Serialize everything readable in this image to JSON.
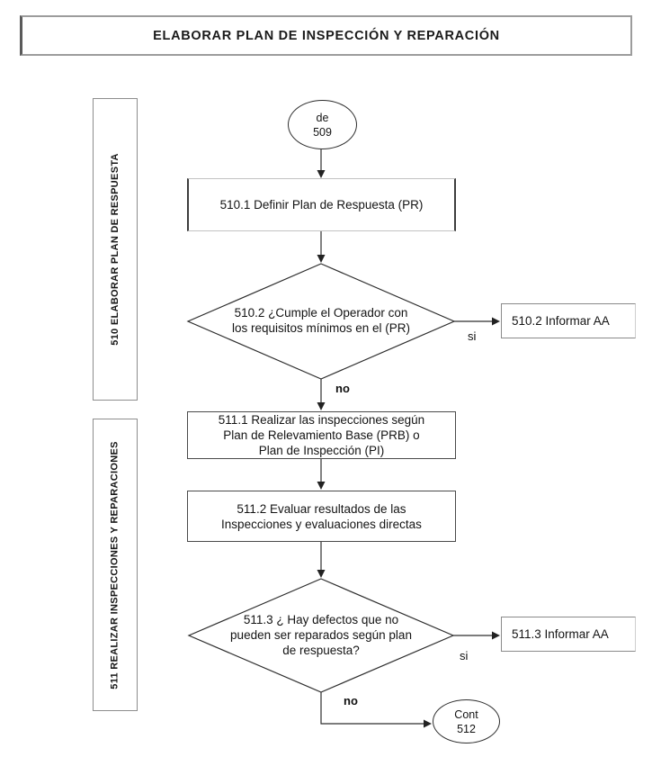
{
  "title": "ELABORAR PLAN DE INSPECCIÓN Y REPARACIÓN",
  "lanes": [
    {
      "label": "510 ELABORAR PLAN DE RESPUESTA"
    },
    {
      "label": "511 REALIZAR INSPECCIONES Y REPARACIONES"
    }
  ],
  "nodes": {
    "start": "de\n509",
    "process_510_1": "510.1 Definir Plan de Respuesta (PR)",
    "decision_510_2": "510.2 ¿Cumple el Operador con\nlos requisitos mínimos en el (PR)",
    "inform_510_2": "510.2 Informar AA",
    "process_511_1": "511.1 Realizar las inspecciones según\nPlan de Relevamiento Base (PRB) o\nPlan de Inspección (PI)",
    "process_511_2": "511.2 Evaluar resultados de las\nInspecciones y evaluaciones directas",
    "decision_511_3": "511.3 ¿ Hay defectos que no\npueden ser reparados según plan\nde respuesta?",
    "inform_511_3": "511.3 Informar AA",
    "end": "Cont\n512"
  },
  "edge_labels": {
    "si_510": "si",
    "no_510": "no",
    "si_511": "si",
    "no_511": "no"
  },
  "colors": {
    "line": "#2e2e2e",
    "frame_gray": "#9c9c9c",
    "text": "#141414",
    "background": "#ffffff"
  }
}
